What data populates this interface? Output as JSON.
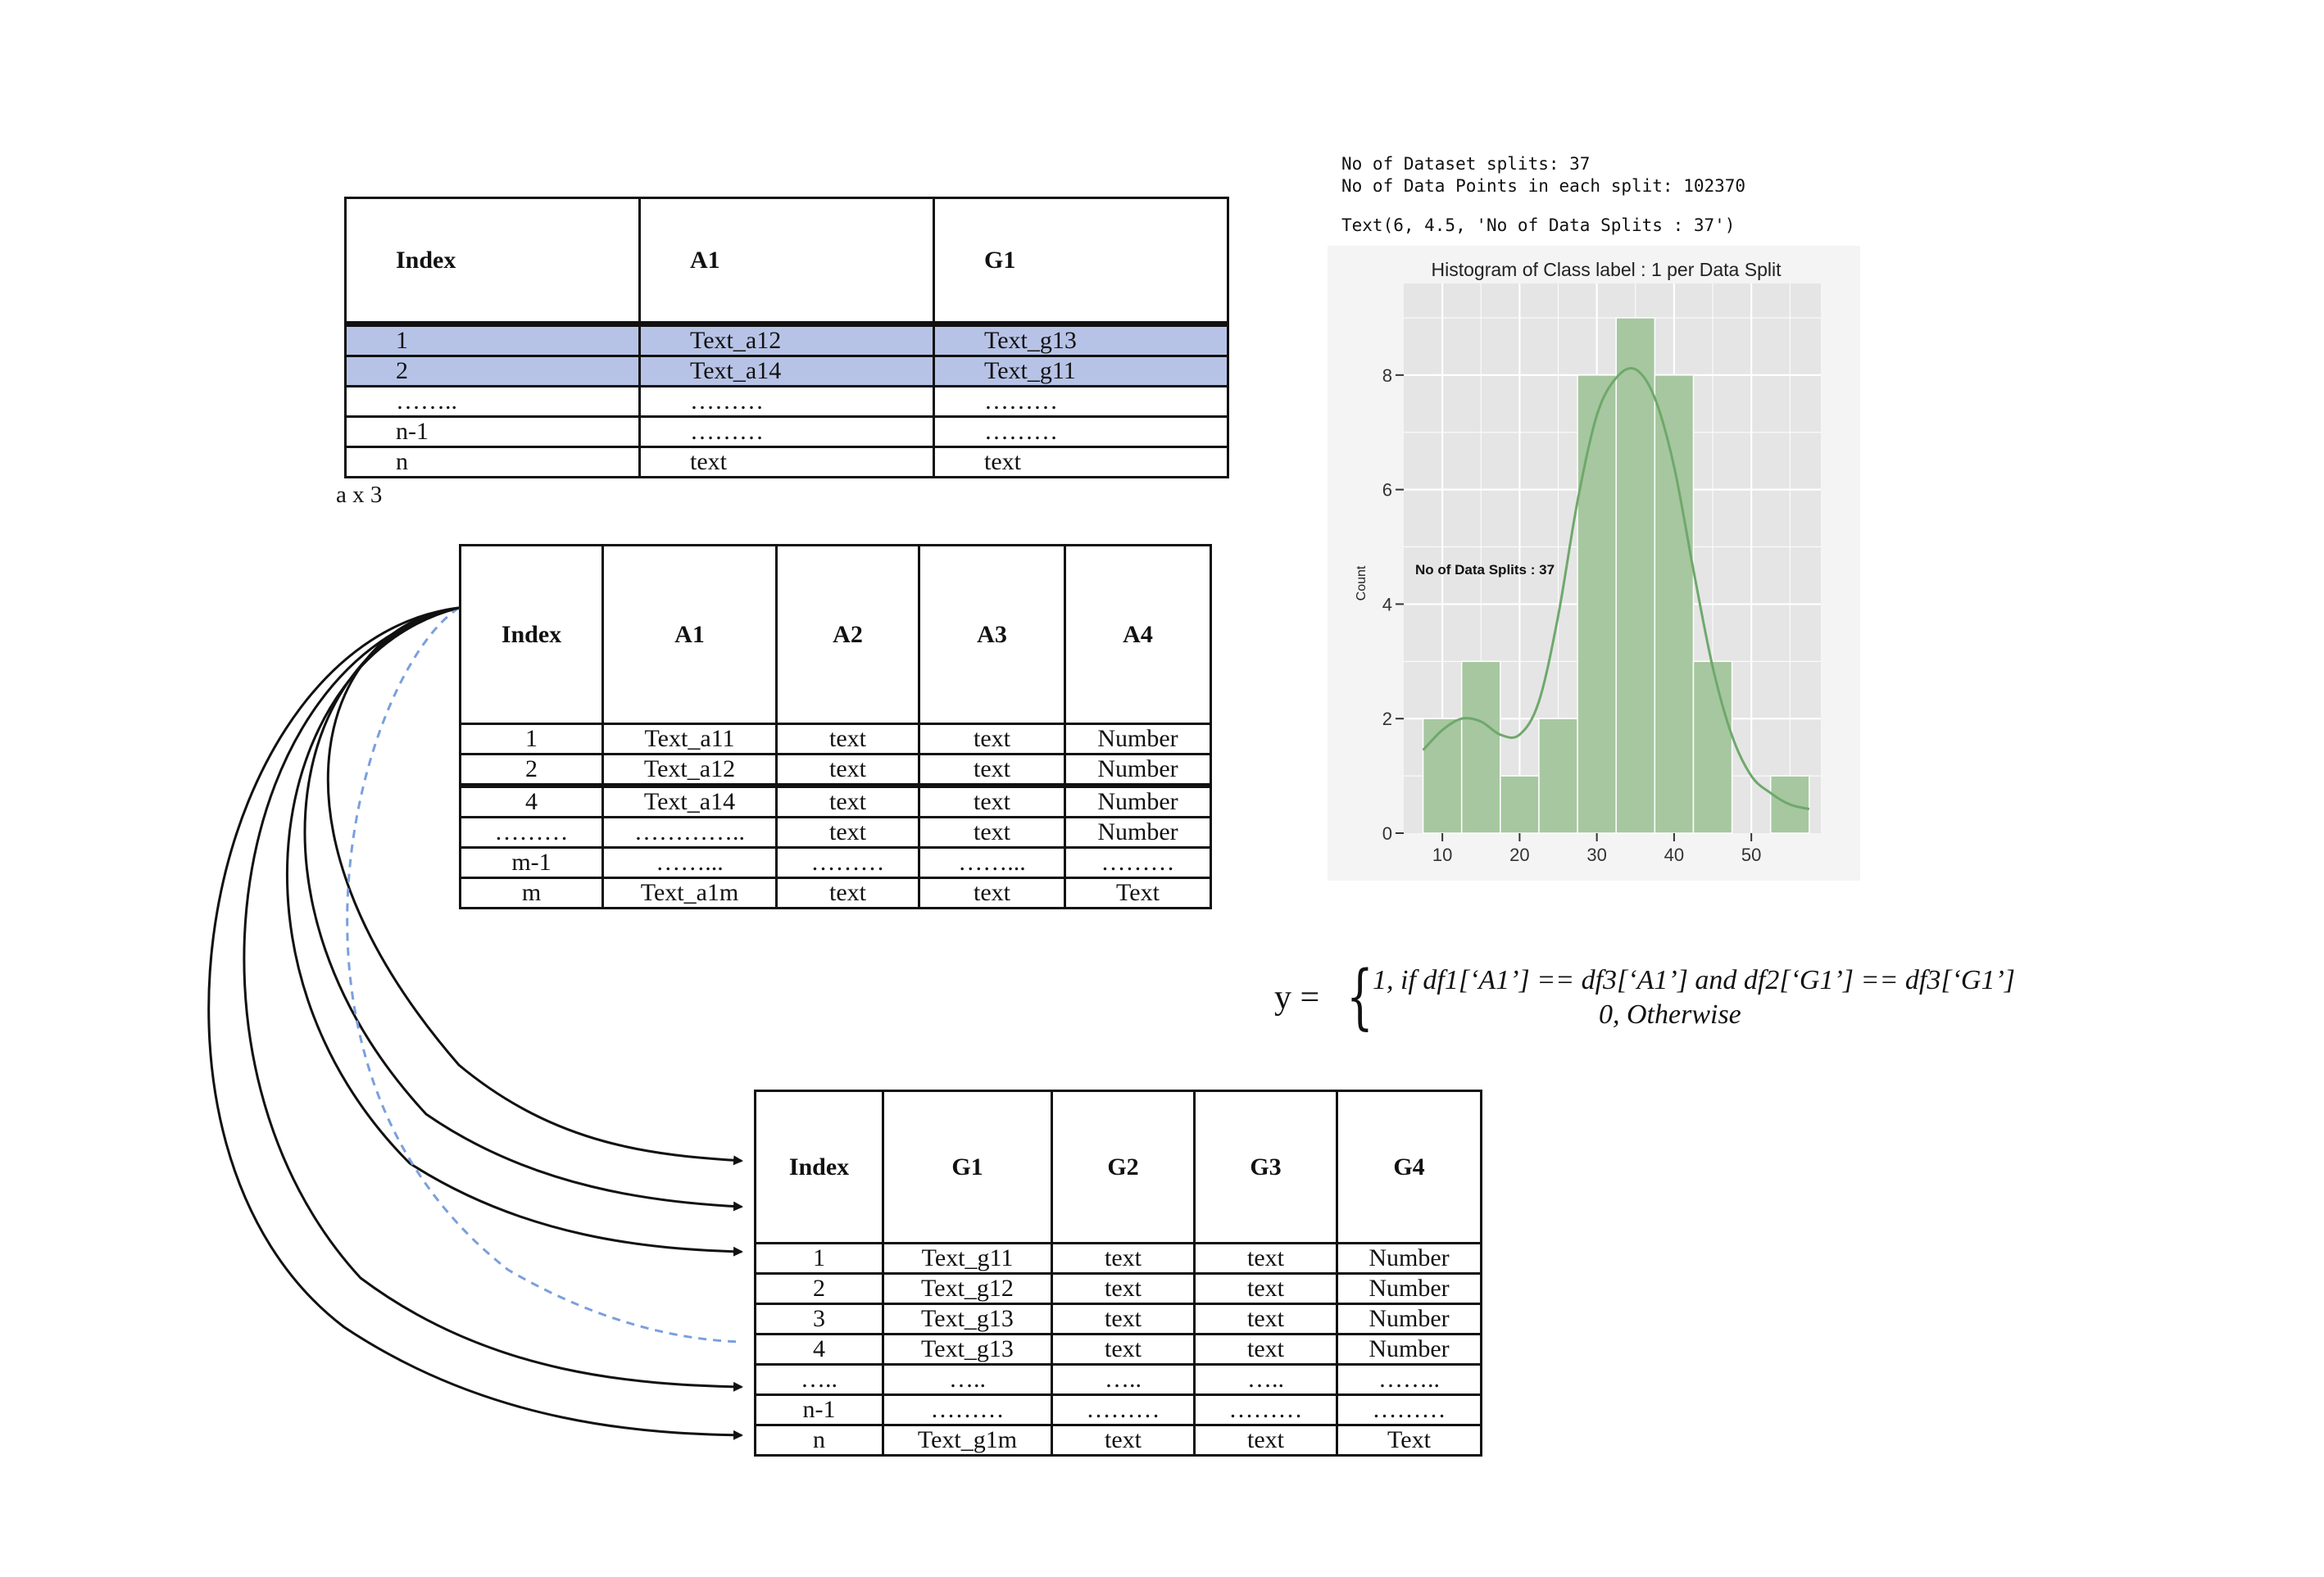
{
  "table_a": {
    "headers": [
      "Index",
      "A1",
      "G1"
    ],
    "rows": [
      [
        "1",
        "Text_a12",
        "Text_g13"
      ],
      [
        "2",
        "Text_a14",
        "Text_g11"
      ],
      [
        "……..",
        "………",
        "………"
      ],
      [
        "n-1",
        "………",
        "………"
      ],
      [
        "n",
        "text",
        "text"
      ]
    ],
    "caption": "a x 3"
  },
  "table_df1": {
    "headers": [
      "Index",
      "A1",
      "A2",
      "A3",
      "A4"
    ],
    "rows": [
      [
        "1",
        "Text_a11",
        "text",
        "text",
        "Number"
      ],
      [
        "2",
        "Text_a12",
        "text",
        "text",
        "Number"
      ],
      [
        "",
        "",
        "",
        "",
        ""
      ],
      [
        "4",
        "Text_a14",
        "text",
        "text",
        "Number"
      ],
      [
        "………",
        "…………..",
        "text",
        "text",
        "Number"
      ],
      [
        "m-1",
        "……...",
        "………",
        "……...",
        "………"
      ],
      [
        "m",
        "Text_a1m",
        "text",
        "text",
        "Text"
      ]
    ]
  },
  "table_df2": {
    "headers": [
      "Index",
      "G1",
      "G2",
      "G3",
      "G4"
    ],
    "rows": [
      [
        "1",
        "Text_g11",
        "text",
        "text",
        "Number"
      ],
      [
        "2",
        "Text_g12",
        "text",
        "text",
        "Number"
      ],
      [
        "3",
        "Text_g13",
        "text",
        "text",
        "Number"
      ],
      [
        "4",
        "Text_g13",
        "text",
        "text",
        "Number"
      ],
      [
        "…..",
        "…..",
        "…..",
        "…..",
        "…….."
      ],
      [
        "n-1",
        "………",
        "………",
        "………",
        "………"
      ],
      [
        "n",
        "Text_g1m",
        "text",
        "text",
        "Text"
      ]
    ]
  },
  "output_text": {
    "line1": "No of Dataset splits: 37",
    "line2": "No of Data Points in each split: 102370",
    "line3": "Text(6, 4.5, 'No of Data Splits : 37')"
  },
  "chart_data": {
    "type": "bar",
    "title": "Histogram of Class label : 1 per Data Split",
    "ylabel": "Count",
    "xlabel": "",
    "annotation": "No of Data Splits : 37",
    "bin_edges": [
      7.5,
      12.5,
      17.5,
      22.5,
      27.5,
      32.5,
      37.5,
      42.5,
      47.5,
      52.5,
      57.5
    ],
    "values": [
      2,
      3,
      1,
      2,
      8,
      9,
      8,
      3,
      0,
      1
    ],
    "xlim": [
      5,
      59
    ],
    "ylim": [
      0,
      9.6
    ],
    "x_ticks": [
      10,
      20,
      30,
      40,
      50
    ],
    "y_ticks": [
      0,
      2,
      4,
      6,
      8
    ],
    "kde": {
      "x": [
        7.5,
        10,
        12.5,
        15,
        17.5,
        20,
        22.5,
        25,
        27.5,
        30,
        32.5,
        35,
        37.5,
        40,
        42.5,
        45,
        47.5,
        50,
        52.5,
        55,
        57.5
      ],
      "y": [
        1.45,
        1.8,
        2.0,
        1.95,
        1.72,
        1.72,
        2.3,
        3.8,
        5.8,
        7.3,
        7.95,
        8.1,
        7.6,
        6.4,
        4.6,
        2.9,
        1.7,
        1.0,
        0.7,
        0.5,
        0.42
      ]
    },
    "bar_color": "#a6c7a0",
    "line_color": "#6fa86b",
    "panel_bg": "#e5e5e5",
    "grid": true
  },
  "formula": {
    "lhs": "y =",
    "brace": "{",
    "case1": "1,  if  df1[‘A1’] ==  df3[‘A1’] and df2[‘G1’] ==  df3[‘G1’]",
    "case2": "0, Otherwise"
  },
  "colors": {
    "highlight_row": "#b7c3e6",
    "dashed_link": "#7aa0dd",
    "link": "#111111"
  }
}
